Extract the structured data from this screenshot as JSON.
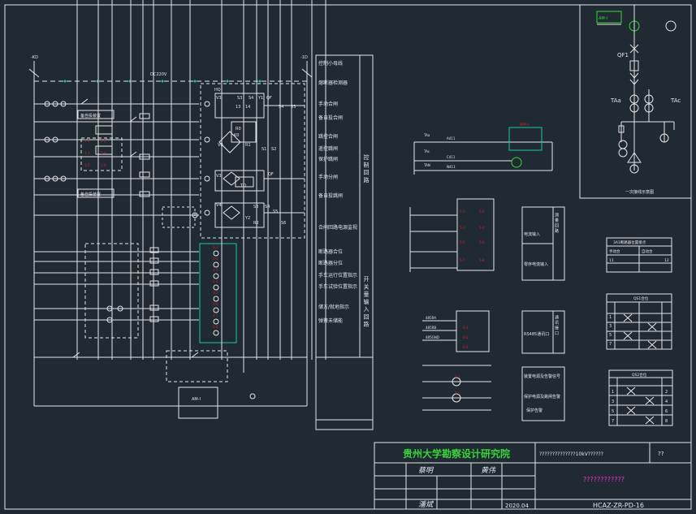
{
  "colors": {
    "background": "#1f2a33",
    "line": "#e6e6e6",
    "accent_green": "#22c79a",
    "accent_red": "#e02020",
    "accent_magenta": "#ff2bd6",
    "accent_yellow": "#f2e600",
    "accent_lime": "#3bd13b"
  },
  "labels": {
    "top_left_left": "-KD",
    "top_left_right": "-1D",
    "bus_label": "DC220V",
    "relay_labels": [
      "HQ",
      "V3",
      "S3",
      "S4",
      "Y1",
      "QF",
      "13",
      "14",
      "54",
      "53"
    ],
    "relay_labels2": [
      "R0",
      "K0",
      "V0",
      "R1",
      "S1",
      "S2"
    ],
    "relay_labels3": [
      "V3",
      "QF",
      "TQ"
    ],
    "relay_labels4": [
      "V4",
      "S3",
      "S4",
      "Y2",
      "R2",
      "S5",
      "S6"
    ],
    "left_block_labels": [
      "备自投装置",
      "备自投装置"
    ],
    "am_label": "AM-I"
  },
  "control_table": {
    "rows": [
      "控制小母线",
      "熔断器检测器",
      "手动合闸",
      "备自投合闸",
      "跳控合闸",
      "遥控跳闸",
      "保护跳闸",
      "手动分闸",
      "备自投跳闸",
      "合闸回路电源监视"
    ],
    "side_label": "控 制 回 路"
  },
  "status_table": {
    "rows": [
      "断路器合位",
      "断路器分位",
      "手车运行位置指示",
      "手车试验位置指示",
      "储方/就地指示",
      "弹簧未储能"
    ],
    "side_label": "开 关 量 输 入 回 路"
  },
  "middle_labels": {
    "am_top": "AM-I",
    "current_in": "电流输入",
    "zero_in": "零序电流输入",
    "measure_label": "测 量 回 路",
    "rs485": "RS485通讯口",
    "comm_label": "通 讯 接 口",
    "device_power": "装置电源及告警信号",
    "protect_power": "保护电源及跳闸告警",
    "protect_alarm": "保护告警",
    "ta_labels": [
      "TAa",
      "TAc",
      "TAN",
      "A411",
      "C411",
      "N411"
    ],
    "rs_labels": [
      "485RA",
      "485RB",
      "485GND"
    ]
  },
  "right_panel": {
    "am_label": "AM-I",
    "qf": "QF1",
    "ta_a": "TAa",
    "ta_c": "TAc",
    "caption": "一次接线示意图"
  },
  "small_tables": {
    "t1_title": "3A1断路器位置接点",
    "t1_headers": [
      "手动合",
      "自动合",
      "11",
      "12"
    ],
    "t2_title": "QS1合位",
    "t2_rows": [
      "1",
      "3",
      "5",
      "7"
    ],
    "t3_title": "QS2合位",
    "t3_rows": [
      "1",
      "3",
      "5",
      "7"
    ],
    "t3_right": [
      "2",
      "4",
      "6",
      "8"
    ]
  },
  "title_block": {
    "institute": "贵州大学勘察设计研究院",
    "project": "??????????????10kV??????",
    "scale": "??",
    "drawing_title": "????????????",
    "sign1": "蔡明",
    "sign2": "黄伟",
    "sign3": "潘斌",
    "date": "2020.04",
    "drawing_no": "HCAZ-ZR-PD-16"
  }
}
